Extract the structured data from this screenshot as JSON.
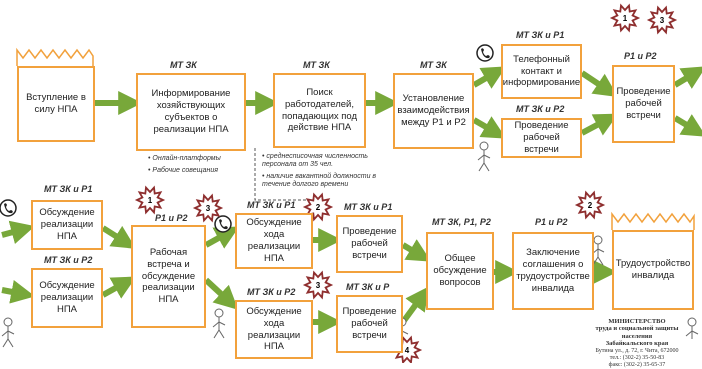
{
  "boxes": {
    "b1": "Вступление в силу НПА",
    "b2": "Информирование хозяйствующих субъектов о реализации НПА",
    "b3": "Поиск работодателей, попадающих под действие НПА",
    "b4": "Установление взаимодействия между Р1 и Р2",
    "b5": "Телефонный контакт и информирование",
    "b6": "Проведение рабочей встречи",
    "b7": "Проведение рабочей встречи",
    "b8": "Обсуждение реализации НПА",
    "b9": "Обсуждение реализации НПА",
    "b10": "Рабочая встреча и обсуждение реализации НПА",
    "b11": "Обсуждение хода реализации НПА",
    "b12": "Обсуждение хода реализации НПА",
    "b13": "Проведение рабочей встречи",
    "b14": "Проведение рабочей встречи",
    "b15": "Общее обсуждение вопросов",
    "b16": "Заключение соглашения о трудоустройстве инвалида",
    "b17": "Трудоустройство инвалида"
  },
  "headers": {
    "h2": "МТ ЗК",
    "h3": "МТ ЗК",
    "h4": "МТ ЗК",
    "h5": "МТ ЗК и Р1",
    "h6": "МТ ЗК и Р2",
    "h7": "Р1 и Р2",
    "h8": "МТ ЗК и Р1",
    "h9": "МТ ЗК и Р2",
    "h10": "Р1 и Р2",
    "h11": "МТ ЗК и Р1",
    "h12": "МТ ЗК и Р2",
    "h13": "МТ ЗК и Р1",
    "h14": "МТ ЗК и Р",
    "h15": "МТ ЗК, Р1, Р2",
    "h16": "Р1 и Р2"
  },
  "notes": {
    "n1a": "Онлайн-платформы",
    "n1b": "Рабочие совещания",
    "n2a": "среднесписочная численность персонала от 35 чел.",
    "n2b": "наличие вакантной должности в течение долгого времени"
  },
  "badges": [
    "1",
    "3",
    "1",
    "3",
    "2",
    "3",
    "4",
    "2"
  ],
  "ministry": {
    "title": "МИНИСТЕРСТВО",
    "line2": "труда и социальной защиты",
    "line3": "населения",
    "line4": "Забайкальского края",
    "line5": "Бутина ул., д. 72, г. Чита, 672000",
    "line6": "тел.: (302-2) 35-50-83",
    "line7": "факс: (302-2) 35-65-37"
  },
  "colors": {
    "border": "#f2a13c",
    "arrow": "#78a83a",
    "badge": "#8e2e2e"
  }
}
